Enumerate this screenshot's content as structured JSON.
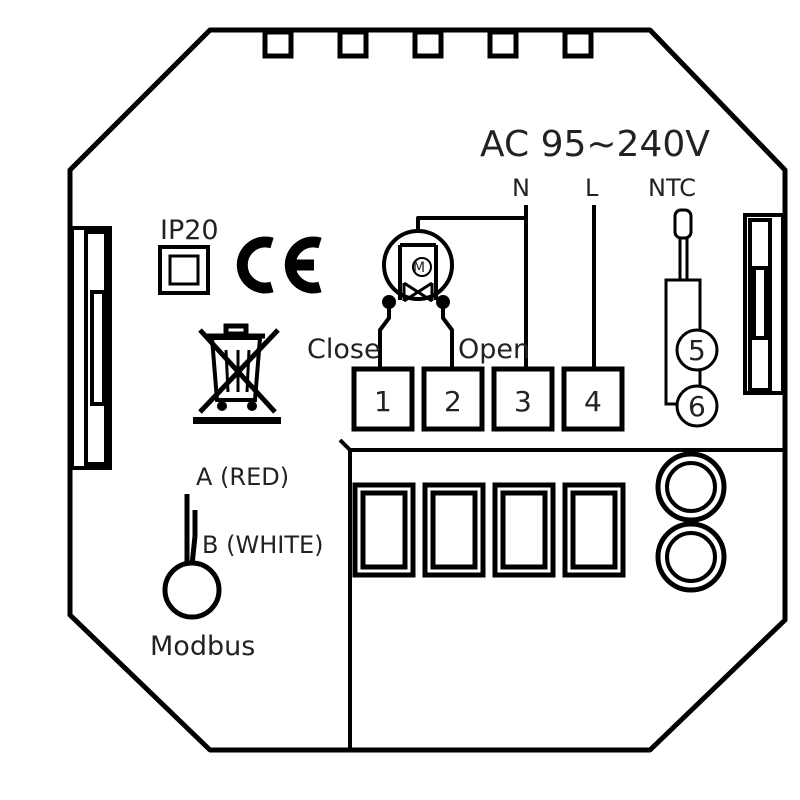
{
  "supply": {
    "voltage_label": "AC 95~240V",
    "n_label": "N",
    "l_label": "L",
    "ntc_label": "NTC"
  },
  "ratings": {
    "ip_label": "IP20",
    "ce_label": "CE"
  },
  "valve": {
    "motor_label": "M",
    "close_label": "Close",
    "open_label": "Open"
  },
  "terminals": [
    {
      "number": "1"
    },
    {
      "number": "2"
    },
    {
      "number": "3"
    },
    {
      "number": "4"
    },
    {
      "number": "5"
    },
    {
      "number": "6"
    }
  ],
  "modbus": {
    "a_label": "A (RED)",
    "b_label": "B (WHITE)",
    "title": "Modbus"
  },
  "colors": {
    "line": "#000000",
    "text": "#222222",
    "background": "#ffffff"
  }
}
